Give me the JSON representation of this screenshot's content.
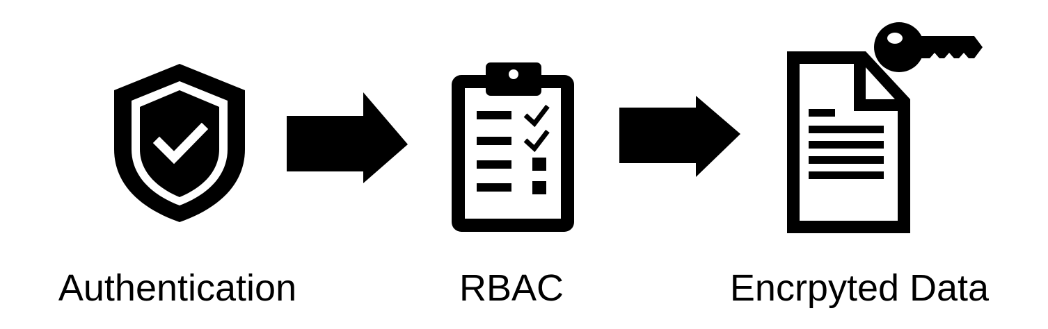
{
  "steps": [
    {
      "label": "Authentication",
      "icon": "shield-check-icon"
    },
    {
      "label": "RBAC",
      "icon": "clipboard-checklist-icon"
    },
    {
      "label": "Encrpyted Data",
      "icon": "document-key-icon"
    }
  ],
  "arrows": [
    "arrow-right-icon",
    "arrow-right-icon"
  ],
  "colors": {
    "icon": "#000000",
    "background": "#ffffff"
  }
}
